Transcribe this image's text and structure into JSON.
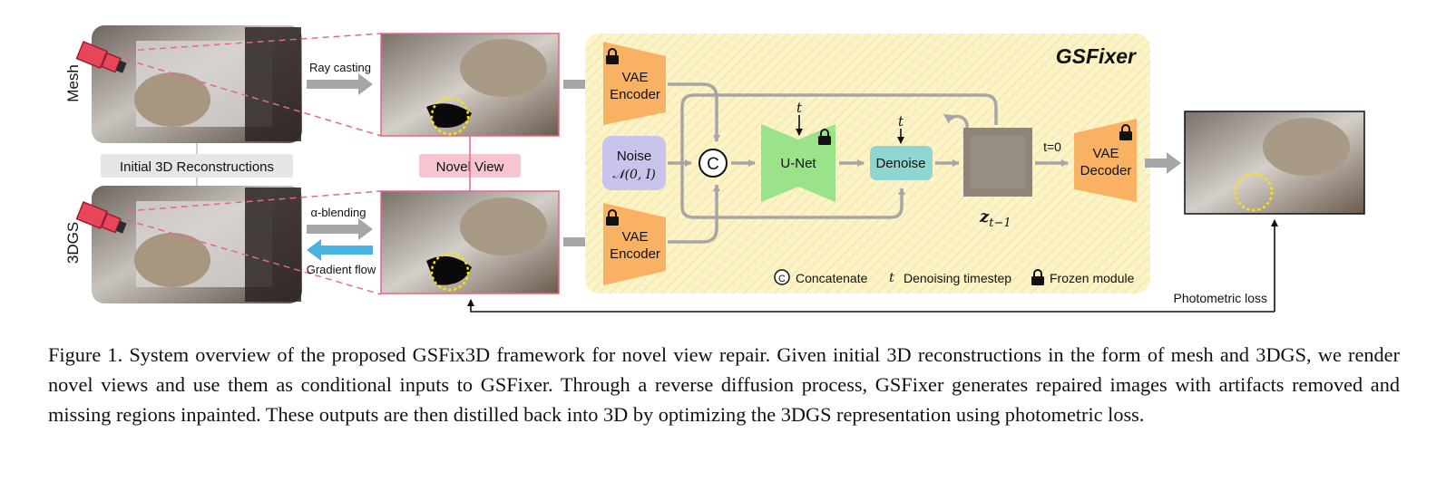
{
  "figure": {
    "row_labels": {
      "mesh": "Mesh",
      "gs": "3DGS"
    },
    "initial_recon_label": "Initial 3D Reconstructions",
    "novel_view_label": "Novel View",
    "ray_casting_label": "Ray casting",
    "alpha_blending_label": "α-blending",
    "gradient_flow_label": "Gradient flow",
    "gsfixer_title": "GSFixer",
    "vae_encoder_label": [
      "VAE",
      "Encoder"
    ],
    "vae_decoder_label": [
      "VAE",
      "Decoder"
    ],
    "noise_label": "Noise",
    "noise_dist": "𝒩(0, 𝐼)",
    "concat_symbol": "C",
    "unet_label": "U-Net",
    "denoise_label": "Denoise",
    "timestep_symbol": "t",
    "t0_label": "t=0",
    "latent_label": "z",
    "latent_subscript": "t−1",
    "legend": {
      "concatenate": "Concatenate",
      "timestep": "Denoising timestep",
      "frozen": "Frozen module"
    },
    "photometric_loss_label": "Photometric loss",
    "colors": {
      "vae": "#f9b263",
      "noise": "#c9c4ec",
      "unet": "#9be38a",
      "denoise": "#8fd6d2",
      "gsfixer_bg": "#fcf4c8",
      "novel_view_bg": "#f7c4d1",
      "gray_arrow": "#a6a6a6",
      "gradient_arrow": "#4ab2e0",
      "camera": "#e8475b"
    }
  },
  "caption": {
    "label": "Figure 1.",
    "text": "System overview of the proposed GSFix3D framework for novel view repair. Given initial 3D reconstructions in the form of mesh and 3DGS, we render novel views and use them as conditional inputs to GSFixer. Through a reverse diffusion process, GSFixer generates repaired images with artifacts removed and missing regions inpainted. These outputs are then distilled back into 3D by optimizing the 3DGS representation using photometric loss."
  }
}
